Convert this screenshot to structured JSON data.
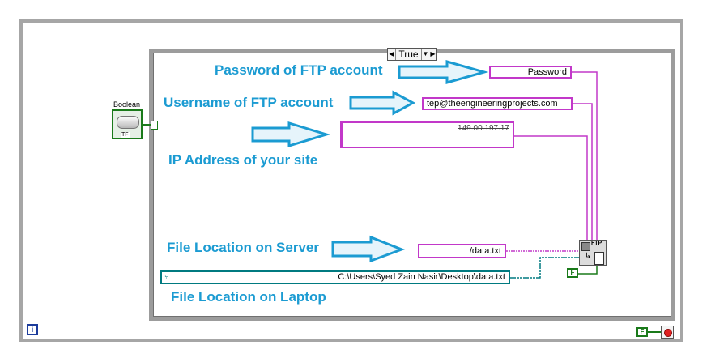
{
  "block_diagram": {
    "case_selector": {
      "value": "True",
      "left_arrow": "◀",
      "right_arrow": "▶",
      "dropdown": "▼"
    },
    "boolean_control": {
      "label": "Boolean",
      "face": "TF"
    },
    "constants": {
      "password": "Password",
      "username": "tep@theengineeringprojects.com",
      "ip_address": "149.00.197.17",
      "server_file": "/data.txt",
      "laptop_path": "C:\\Users\\Syed Zain Nasir\\Desktop\\data.txt"
    },
    "annotations": {
      "password": "Password of FTP account",
      "username": "Username of FTP account",
      "ip": "IP Address of your site",
      "server": "File Location on Server",
      "laptop": "File Location on Laptop"
    },
    "ftp_vi": {
      "title": "FTP"
    },
    "false_constant": "F",
    "loop_false_constant": "F",
    "iteration_terminal": "i",
    "colors": {
      "string_wire": "#c238c9",
      "path_wire": "#007a80",
      "boolean_wire": "#1a7a1a",
      "annotation": "#1b9bd2",
      "arrow_fill": "#e6f4fb"
    }
  }
}
